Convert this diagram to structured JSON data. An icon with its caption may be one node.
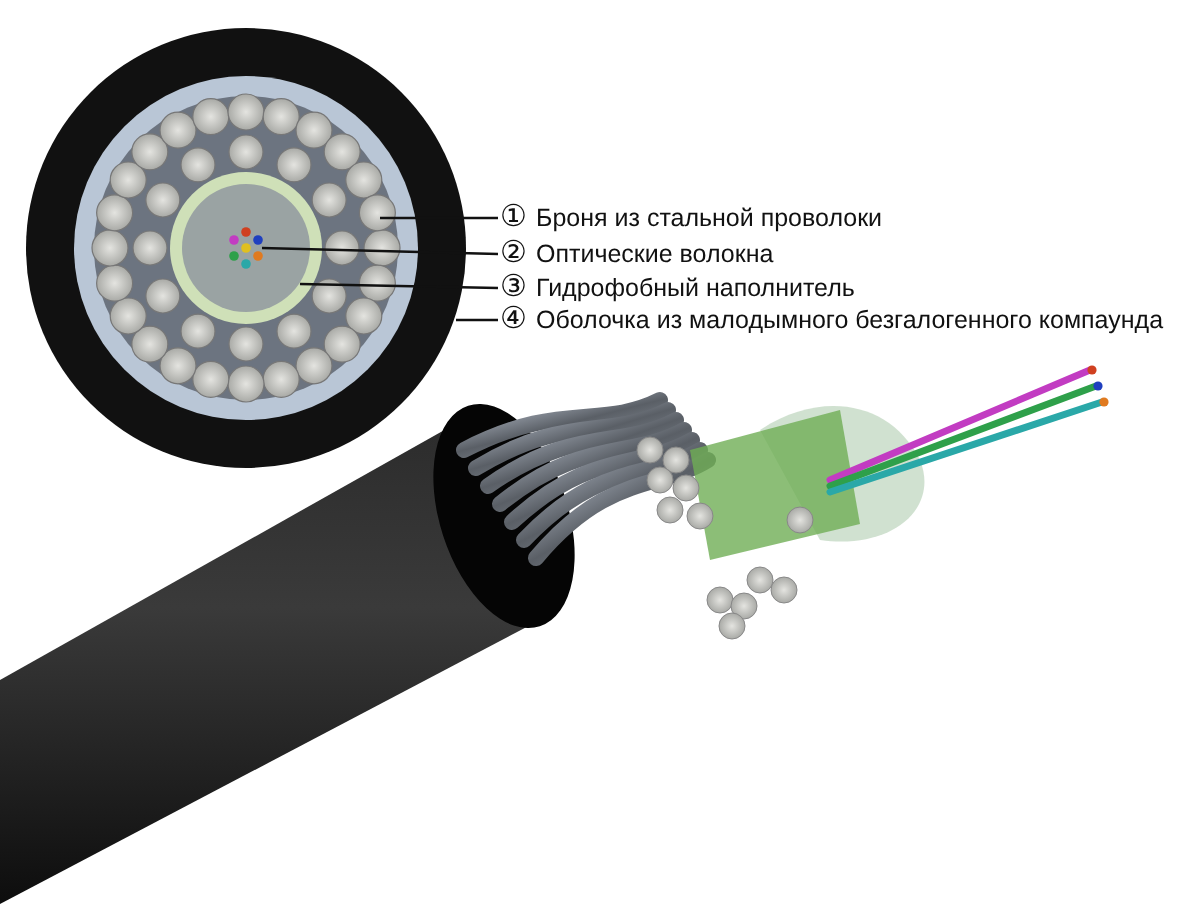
{
  "diagram": {
    "nodes": [
      {
        "text": [
          "①",
          "Броня из стальной проволоки"
        ]
      },
      {
        "text": [
          "②",
          "Оптические волокна"
        ]
      },
      {
        "text": [
          "③",
          "Гидрофобный наполнитель"
        ]
      },
      {
        "text": [
          "④",
          "Оболочка из малодымного безгалогенного компаунда"
        ]
      }
    ],
    "edges": [
      {
        "from": 0,
        "to": null,
        "arrow": "none"
      },
      {
        "from": 1,
        "to": null,
        "arrow": "none"
      },
      {
        "from": 2,
        "to": null,
        "arrow": "none"
      },
      {
        "from": 3,
        "to": null,
        "arrow": "none"
      }
    ]
  }
}
